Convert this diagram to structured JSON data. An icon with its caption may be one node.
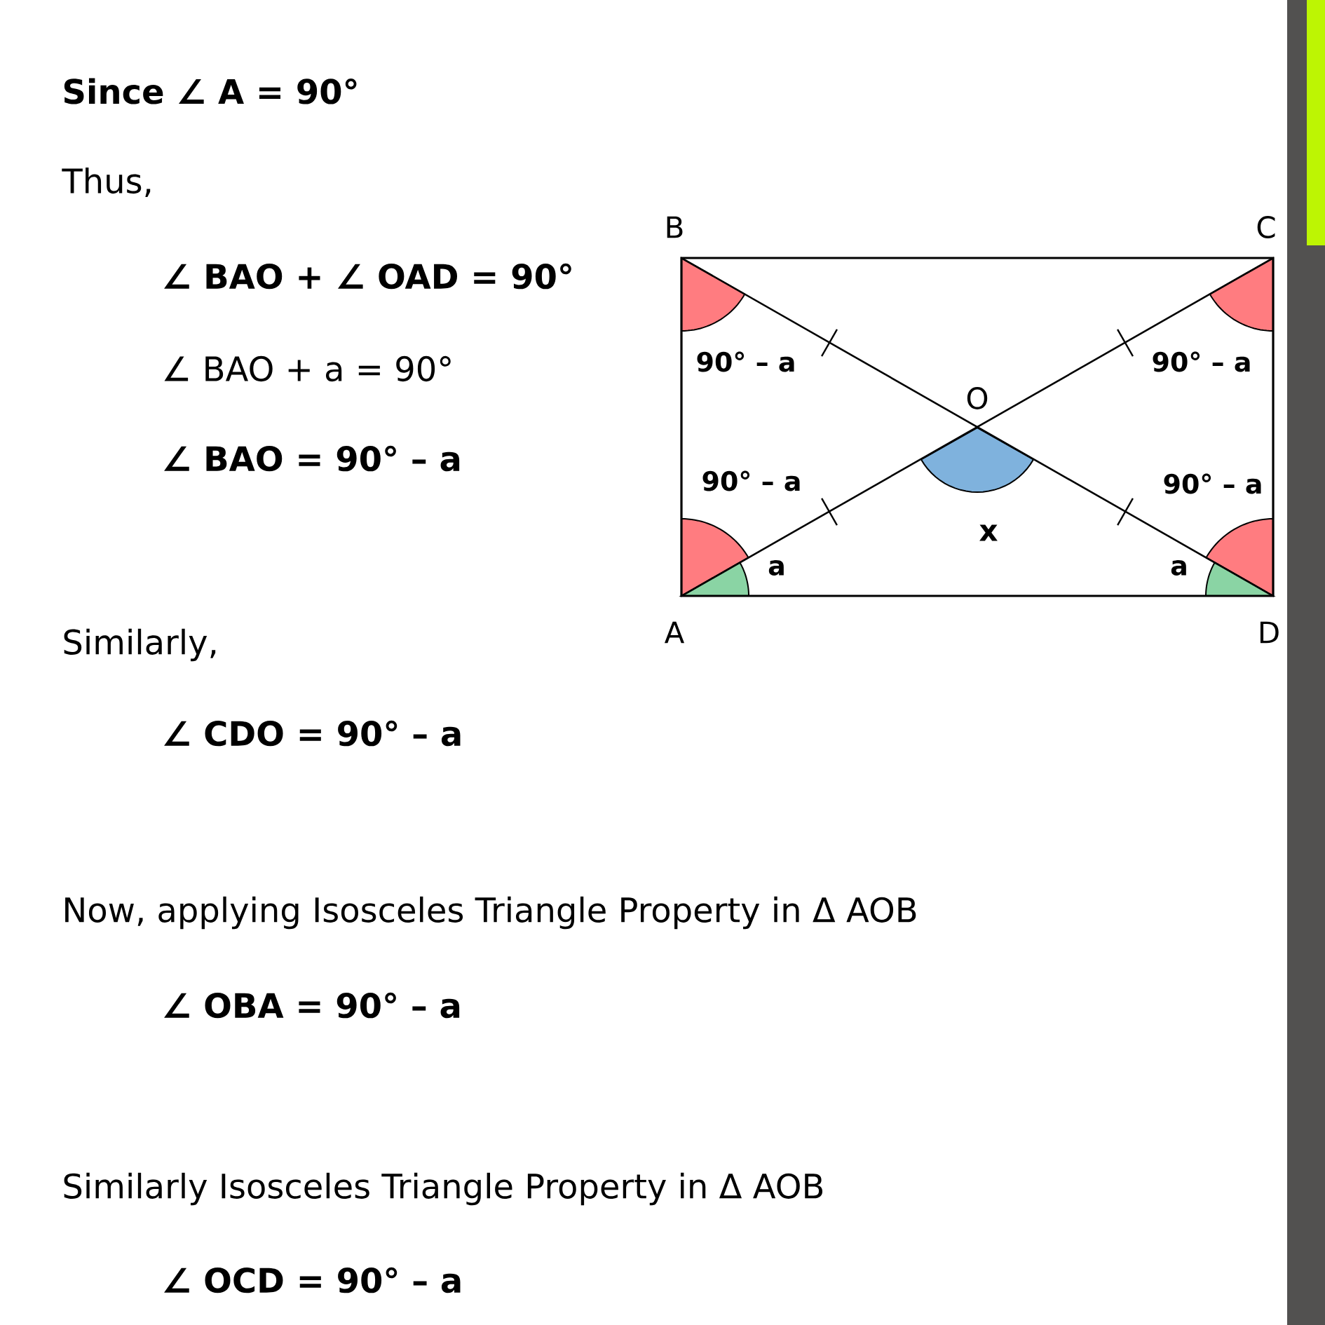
{
  "diagram": {
    "labels": [
      "Since ∠ A = 90°",
      "Thus,",
      "∠ BAO + ∠ OAD = 90°",
      "∠ BAO + a = 90°",
      "∠ BAO = 90° – a",
      "Similarly,",
      "∠ CDO = 90° – a",
      "Now, applying Isosceles Triangle Property in Δ AOB",
      "∠ OBA = 90° – a",
      "Similarly Isosceles Triangle Property in Δ AOB",
      "∠ OCD = 90° – a",
      "B",
      "C",
      "90° – a",
      "90° – a",
      "O",
      "90° – a",
      "90° – a",
      "x",
      "a",
      "a",
      "A",
      "D"
    ]
  }
}
